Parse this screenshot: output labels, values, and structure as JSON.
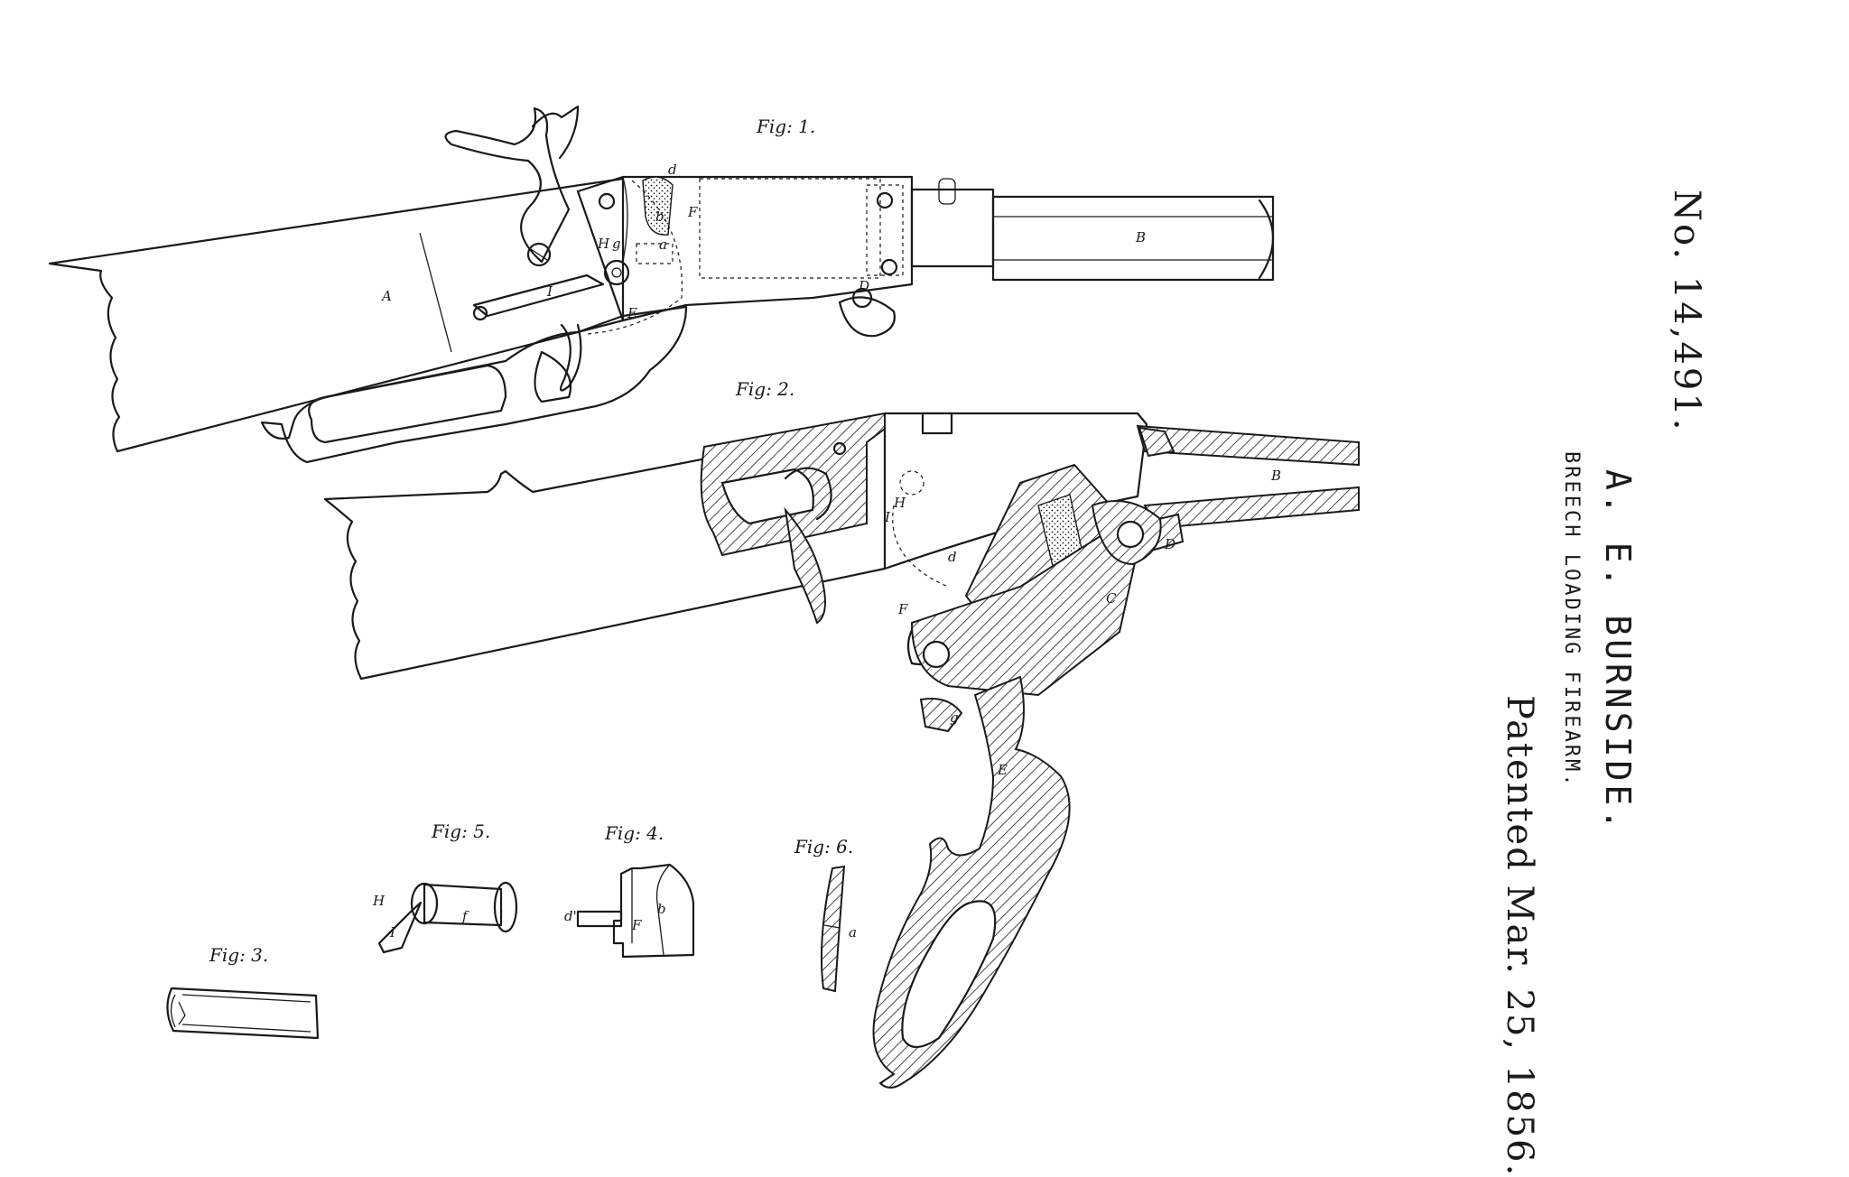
{
  "patent": {
    "number": "No. 14,491.",
    "inventor": "A. E. BURNSIDE.",
    "subject": "BREECH LOADING FIREARM.",
    "date": "Patented Mar. 25, 1856."
  },
  "figures": {
    "fig1": "Fig: 1.",
    "fig2": "Fig: 2.",
    "fig3": "Fig: 3.",
    "fig4": "Fig: 4.",
    "fig5": "Fig: 5.",
    "fig6": "Fig: 6."
  },
  "fig1_labels": {
    "A": "A",
    "B": "B",
    "D": "D",
    "E": "E",
    "F": "F",
    "H": "H",
    "I": "I",
    "a": "a",
    "b": "b",
    "d": "d",
    "g": "g"
  },
  "fig2_labels": {
    "B": "B",
    "C": "C",
    "D": "D",
    "E": "E",
    "F": "F",
    "H": "H",
    "I": "I",
    "d": "d",
    "g": "g"
  },
  "fig4_labels": {
    "F": "F",
    "b": "b",
    "d": "d'"
  },
  "fig5_labels": {
    "H": "H",
    "I": "I",
    "f": "f"
  },
  "fig6_labels": {
    "a": "a"
  }
}
